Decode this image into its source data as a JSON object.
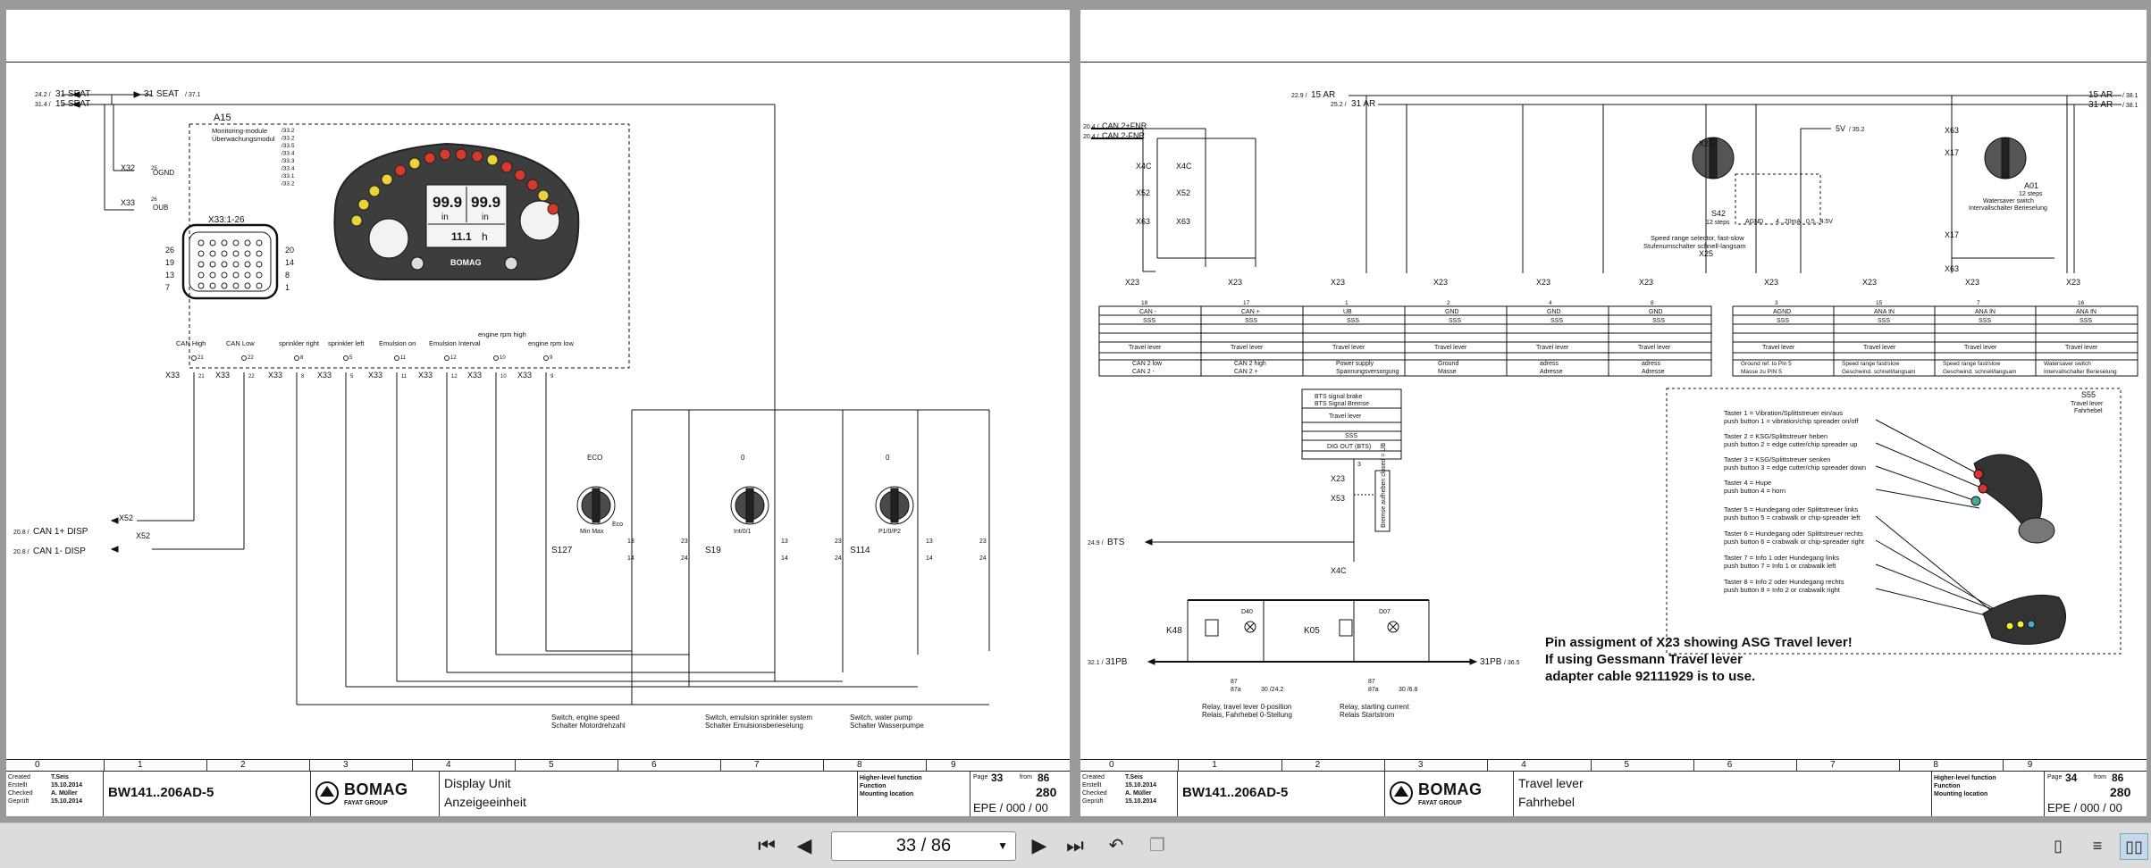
{
  "viewer": {
    "page_indicator": "33 / 86",
    "icons": [
      "first-page-icon",
      "prev-page-icon",
      "next-page-icon",
      "last-page-icon",
      "rotate-icon",
      "copy-icon",
      "single-page-icon",
      "continuous-icon",
      "two-page-icon"
    ]
  },
  "columns": [
    "0",
    "1",
    "2",
    "3",
    "4",
    "5",
    "6",
    "7",
    "8",
    "9"
  ],
  "left": {
    "signals": {
      "seat1_ref": "24.2 /",
      "seat1": "31 SEAT",
      "seat1_to": "31 SEAT",
      "seat1_to_ref": "/ 37.1",
      "seat2_ref": "31.4 /",
      "seat2": "15 SEAT",
      "can1_ref": "20.8 /",
      "can1": "CAN 1+ DISP",
      "can2_ref": "20.8 /",
      "can2": "CAN 1- DISP"
    },
    "module": {
      "id": "A15",
      "desc1": "Monitoring-module",
      "desc2": "Überwachungsmodul",
      "refs": [
        "/33.2",
        "/33.2",
        "/33.5",
        "/33.4",
        "/33.3",
        "/33.4",
        "/33.1",
        "/33.2"
      ],
      "connector_title": "X33:1-26",
      "pins_left": [
        "26",
        "19",
        "13",
        "7"
      ],
      "pins_right": [
        "20",
        "14",
        "8",
        "1"
      ],
      "lcd1": "99.9",
      "lcd2": "99.9",
      "lcd_unit1": "in",
      "lcd_unit2": "in",
      "hours": "11.1",
      "hours_unit": "h",
      "brand": "BOMAG"
    },
    "x33": {
      "x32": "X32",
      "x33a": "X33",
      "x33b": "X33",
      "p25": "25",
      "p26": "26",
      "ognd": "OGND",
      "oub": "OUB"
    },
    "pins": [
      {
        "label": "CAN High",
        "conn": "X33",
        "pin": "21"
      },
      {
        "label": "CAN Low",
        "conn": "X33",
        "pin": "22"
      },
      {
        "label": "sprinkler right",
        "conn": "X33",
        "pin": "8"
      },
      {
        "label": "sprinkler left",
        "conn": "X33",
        "pin": "5"
      },
      {
        "label": "Emulsion on",
        "conn": "X33",
        "pin": "11"
      },
      {
        "label": "Emulsion Interval",
        "conn": "X33",
        "pin": "12"
      },
      {
        "label": "engine rpm high",
        "conn": "X33",
        "pin": "10"
      },
      {
        "label": "engine rpm low",
        "conn": "X33",
        "pin": "9"
      }
    ],
    "x52a": "X52",
    "x52b": "X52",
    "switches": [
      {
        "id": "S127",
        "top1": "ECO",
        "pos": "Min  Max",
        "sub": "Eco",
        "cap1": "Switch, engine speed",
        "cap2": "Schalter Motordrehzahl"
      },
      {
        "id": "S19",
        "top1": "0",
        "pos": "Int/0/1",
        "sub": "",
        "cap1": "Switch, emulsion sprinkler system",
        "cap2": "Schalter Emulsionsberieselung"
      },
      {
        "id": "S114",
        "top1": "0",
        "pos": "P1/0/P2",
        "sub": "",
        "cap1": "Switch, water pump",
        "cap2": "Schalter Wasserpumpe"
      }
    ],
    "contacts": [
      "13",
      "23",
      "14",
      "24"
    ],
    "titleblock": {
      "created_l": "Created",
      "created_l2": "Erstellt",
      "created_name": "T.Seis",
      "created_date": "15.10.2014",
      "checked_l": "Checked",
      "checked_l2": "Geprüft",
      "checked_name": "A. Müller",
      "checked_date": "15.10.2014",
      "project": "BW141..206AD-5",
      "brand": "BOMAG",
      "brand_sub": "FAYAT GROUP",
      "title_en": "Display Unit",
      "title_de": "Anzeigeeinheit",
      "meta1": "Higher-level function",
      "meta2": "Function",
      "meta3": "Mounting location",
      "page_label": "Page",
      "page_num": "33",
      "from_label": "from",
      "from_num": "86",
      "sheet": "280",
      "epe": "EPE / 000 / 00"
    }
  },
  "right": {
    "signals": {
      "s15ar_ref": "22.9 /",
      "s15ar": "15 AR",
      "s31ar_ref": "25.2 /",
      "s31ar": "31 AR",
      "s15ar_to": "15 AR",
      "s15ar_to_ref": "/ 38.1",
      "s31ar_to": "31 AR",
      "s31ar_to_ref": "/ 38.1",
      "canfnr1_ref": "20.4 /",
      "canfnr1": "CAN 2+FNR",
      "canfnr2_ref": "20.4 /",
      "canfnr2": "CAN 2-FNR",
      "v5": "5V",
      "v5_ref": "/ 35.2",
      "bts_ref": "24.9 /",
      "bts": "BTS",
      "pb_ref": "32.1 /",
      "pb": "31PB",
      "pb_to": "31PB",
      "pb_to_ref": "/ 36.5"
    },
    "selector": {
      "id": "S42",
      "steps": "12 steps",
      "desc1": "Speed range selector, fast-slow",
      "desc2": "Stufenumschalter schnell-langsam"
    },
    "a01": {
      "id": "A01",
      "steps": "12 steps",
      "desc1": "Watersaver switch",
      "desc2": "Intervallschalter Berieselung"
    },
    "aux": [
      "AGND",
      "4...20mA",
      "0.5...4.5V"
    ],
    "table": {
      "rows1": [
        "CAN -",
        "CAN +",
        "UB",
        "GND",
        "GND",
        "GND"
      ],
      "rows1_pins": [
        "18",
        "17",
        "1",
        "2",
        "4",
        "8"
      ],
      "rows2": [
        "AGND",
        "ANA IN",
        "ANA IN",
        "ANA IN"
      ],
      "rows2_pins": [
        "3",
        "15",
        "7",
        "16"
      ],
      "sss": "SSS",
      "travel": "Travel lever",
      "desc_a": [
        [
          "CAN 2 low",
          "CAN 2 -"
        ],
        [
          "CAN 2 high",
          "CAN 2 +"
        ],
        [
          "Power supply",
          "Spannungsversorgung"
        ],
        [
          "Ground",
          "Masse"
        ],
        [
          "adress",
          "Adresse"
        ],
        [
          "adress",
          "Adresse"
        ]
      ],
      "desc_b": [
        [
          "Ground ref. to Pin 5",
          "Masse zu PIN 5"
        ],
        [
          "Speed range fast/slow",
          "Geschwind. schnell/langsam"
        ],
        [
          "Speed range fast/slow",
          "Geschwind. schnell/langsam"
        ],
        [
          "Watersaver switch",
          "Intervallschalter Berieselung"
        ]
      ]
    },
    "bts_box": {
      "l1": "BTS signal brake",
      "l2": "BTS Signal Bremse",
      "l3": "Travel lever",
      "l4": "SSS",
      "l5": "DIG OUT (BTS)",
      "pin": "3",
      "x23": "X23",
      "x53": "X53",
      "x4c": "X4C",
      "rot": "Bremse aufheben closed = UB"
    },
    "relays": [
      {
        "id": "K48",
        "lamp": "D40",
        "c1": "87",
        "c2": "87a",
        "c3": "30 /24.2",
        "cap1": "Relay, travel lever 0-position",
        "cap2": "Relais, Fahrhebel 0-Stellung"
      },
      {
        "id": "K05",
        "lamp": "D07",
        "c1": "87",
        "c2": "87a",
        "c3": "30 /6.8",
        "cap1": "Relay, starting current",
        "cap2": "Relais Startstrom"
      }
    ],
    "conn": {
      "x4c": "X4C",
      "x52": "X52",
      "x63": "X63",
      "x23": "X23",
      "x25": "X25",
      "x17": "X17"
    },
    "lever": {
      "id": "S55",
      "l1": "Travel lever",
      "l2": "Fahrhebel",
      "lines": [
        [
          "Taster 1 = Vibration/Splittstreuer ein/aus",
          "push button 1 = vibration/chip spreader on/off"
        ],
        [
          "Taster 2 = KSG/Splittstreuer heben",
          "push button 2 = edge cutter/chip spreader up"
        ],
        [
          "Taster 3 = KSG/Splittstreuer senken",
          "push button 3 = edge cutter/chip spreader down"
        ],
        [
          "Taster 4 = Hupe",
          "push button 4 = horn"
        ],
        [
          "Taster 5 = Hundegang oder Splittstreuer links",
          "push button 5 = crabwalk or chip-spreader left"
        ],
        [
          "Taster 6 = Hundegang oder Splittstreuer rechts",
          "push button 6 = crabwalk or chip-spreader right"
        ],
        [
          "Taster 7 = Info 1 oder Hundegang links",
          "push button 7 = Info 1 or crabwalk  left"
        ],
        [
          "Taster 8 =  Info 2 oder Hundegang rechts",
          "push button 8 =  Info 2 or crabwalk  right"
        ]
      ]
    },
    "note": {
      "l1": "Pin assigment of X23 showing ASG Travel lever!",
      "l2": "If using Gessmann Travel lever",
      "l3": "adapter cable 92111929 is to use."
    },
    "titleblock": {
      "created_l": "Created",
      "created_l2": "Erstellt",
      "created_name": "T.Seis",
      "created_date": "15.10.2014",
      "checked_l": "Checked",
      "checked_l2": "Geprüft",
      "checked_name": "A. Müller",
      "checked_date": "15.10.2014",
      "project": "BW141..206AD-5",
      "brand": "BOMAG",
      "brand_sub": "FAYAT GROUP",
      "title_en": "Travel lever",
      "title_de": "Fahrhebel",
      "meta1": "Higher-level function",
      "meta2": "Function",
      "meta3": "Mounting location",
      "page_label": "Page",
      "page_num": "34",
      "from_label": "from",
      "from_num": "86",
      "sheet": "280",
      "epe": "EPE / 000 / 00"
    }
  }
}
